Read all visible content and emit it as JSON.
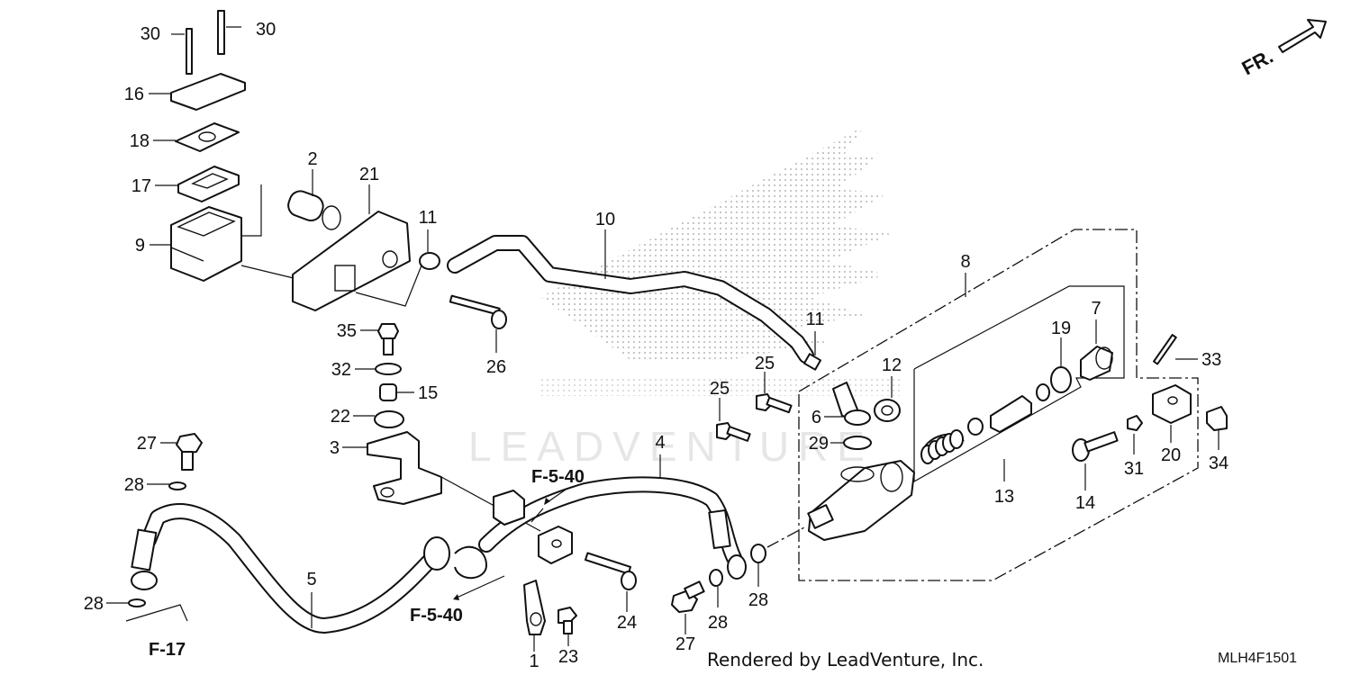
{
  "diagram": {
    "watermark": "LEADVENTURE",
    "credit": "Rendered by LeadVenture, Inc.",
    "diagram_code": "MLH4F1501",
    "direction_label": "FR.",
    "colors": {
      "ink": "#111111",
      "watermark": "#e6e6e6",
      "background": "#ffffff"
    },
    "callouts": {
      "c1": "1",
      "c2": "2",
      "c3": "3",
      "c4": "4",
      "c5": "5",
      "c6": "6",
      "c7": "7",
      "c8": "8",
      "c9": "9",
      "c10": "10",
      "c11a": "11",
      "c11b": "11",
      "c12": "12",
      "c13": "13",
      "c14": "14",
      "c15": "15",
      "c16": "16",
      "c17": "17",
      "c18": "18",
      "c19": "19",
      "c20": "20",
      "c21": "21",
      "c22": "22",
      "c23": "23",
      "c24": "24",
      "c25a": "25",
      "c25b": "25",
      "c26": "26",
      "c27a": "27",
      "c27b": "27",
      "c28a": "28",
      "c28b": "28",
      "c28c": "28",
      "c28d": "28",
      "c29": "29",
      "c30a": "30",
      "c30b": "30",
      "c31": "31",
      "c32": "32",
      "c33": "33",
      "c34": "34",
      "c35": "35"
    },
    "section_refs": {
      "f540a": "F-5-40",
      "f540b": "F-5-40",
      "f17": "F-17"
    }
  }
}
